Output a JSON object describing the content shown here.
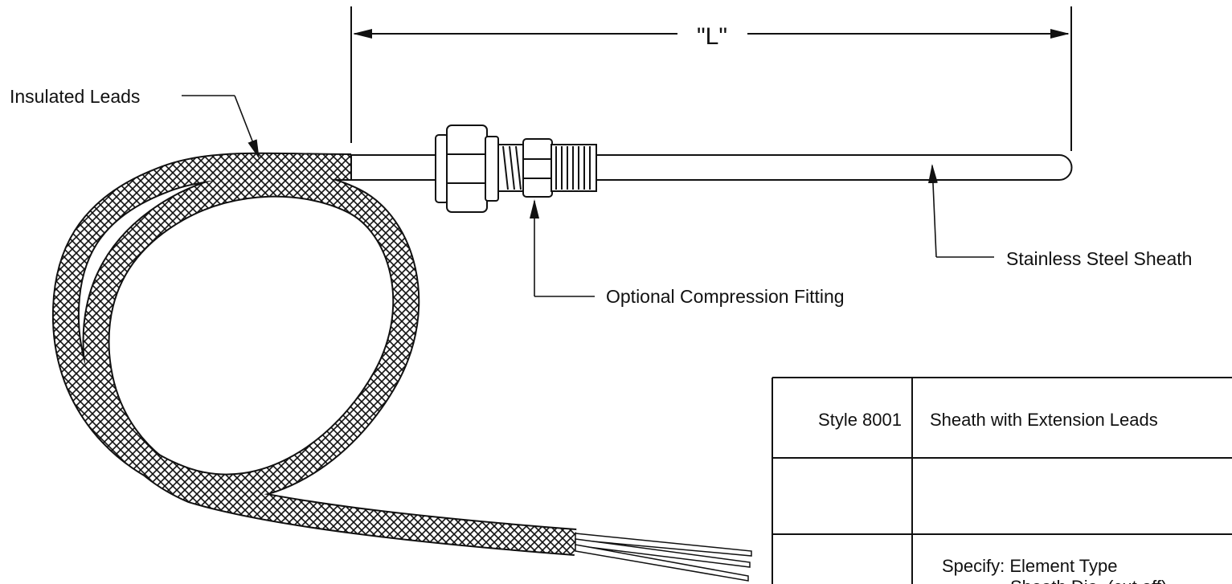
{
  "dimension": {
    "label": "\"L\""
  },
  "callouts": {
    "insulated_leads": "Insulated Leads",
    "compression_fitting": "Optional Compression Fitting",
    "sheath": "Stainless Steel Sheath"
  },
  "spec_table": {
    "rows": [
      {
        "style": "Style 8001",
        "description": "Sheath with Extension Leads"
      },
      {
        "style": "",
        "description": ""
      },
      {
        "style": "",
        "description": "Specify:  Element Type",
        "description_cont": "Sheath    Dia. (cut off)"
      }
    ]
  },
  "colors": {
    "line": "#111111",
    "background": "#ffffff"
  }
}
